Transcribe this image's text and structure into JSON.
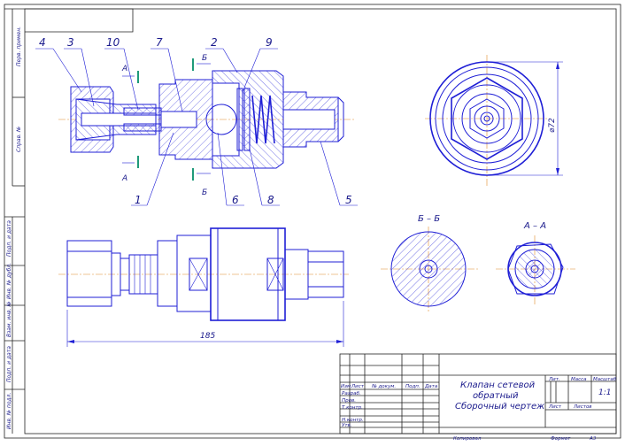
{
  "sheet": {
    "side_labels": [
      "Перв. примен.",
      "Справ. №",
      "Подп. и дата",
      "Инв. № дубл.",
      "Взам. инв. №",
      "Подп. и дата",
      "Инв. № подл."
    ]
  },
  "callouts": [
    "1",
    "2",
    "3",
    "4",
    "5",
    "6",
    "7",
    "8",
    "9",
    "10"
  ],
  "section_marks": {
    "a": "А",
    "b": "Б"
  },
  "views": {
    "section_b": "Б – Б",
    "section_a": "А – А"
  },
  "dimensions": {
    "length": "185",
    "diameter": "⌀72"
  },
  "title_block": {
    "title_line1": "Клапан сетевой",
    "title_line2": "обратный",
    "title_line3": "Сборочный чертеж",
    "col_headers": [
      "Изм.",
      "Лист",
      "№ докум.",
      "Подп.",
      "Дата"
    ],
    "row_labels": [
      "Разраб.",
      "Пров.",
      "Т.контр.",
      "Н.контр.",
      "Утв."
    ],
    "lit_label": "Лит.",
    "mass_label": "Масса",
    "scale_label": "Масштаб",
    "scale_value": "1:1",
    "sheet_label": "Лист",
    "sheets_label": "Листов",
    "copied_label": "Копировал",
    "format_label": "Формат",
    "format_value": "А3"
  }
}
